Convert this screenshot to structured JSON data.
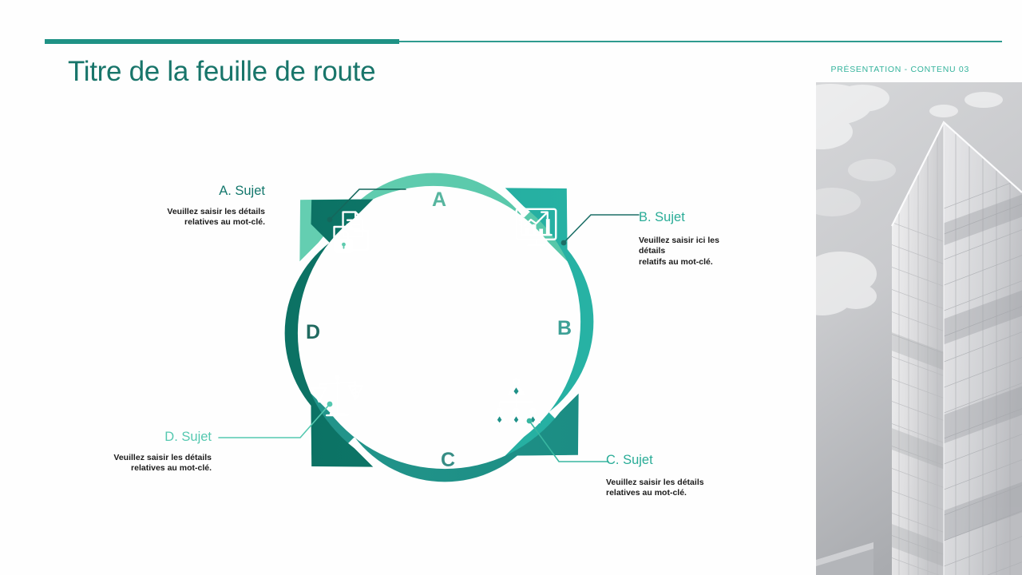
{
  "slide": {
    "title": "Titre de la feuille de route",
    "kicker": "PRÉSENTATION - CONTENU 03",
    "accent_color": "#1f9285",
    "title_color": "#18756a",
    "kicker_color": "#34b39c",
    "background": "#fefefe"
  },
  "photo": {
    "alt": "building-photo",
    "description": "Grayscale low-angle photo of a glass skyscraper against a cloudy sky"
  },
  "diagram": {
    "type": "cycle",
    "center_label": "",
    "segments": [
      {
        "key": "A",
        "letter": "A",
        "color": "#5fcbae",
        "letter_color": "#3aa98f",
        "icon": "document-lock-folder-icon",
        "title": "A. Sujet",
        "title_color": "#13776c",
        "body": "Veuillez saisir les détails relatives au mot-clé.",
        "connector_color": "#14675c"
      },
      {
        "key": "B",
        "letter": "B",
        "color": "#27b2a4",
        "letter_color": "#1c9084",
        "icon": "chart-monitor-icon",
        "title": "B. Sujet",
        "title_color": "#29ac97",
        "body": "Veuillez saisir ici les détails\nrelatifs au mot-clé.",
        "connector_color": "#1b6e66"
      },
      {
        "key": "C",
        "letter": "C",
        "color": "#1f9188",
        "letter_color": "#157a70",
        "icon": "org-chart-icon",
        "title": "C. Sujet",
        "title_color": "#29ac97",
        "body": "Veuillez saisir les détails relatives au mot-clé.",
        "connector_color": "#38b6a0"
      },
      {
        "key": "D",
        "letter": "D",
        "color": "#0d7466",
        "letter_color": "#0a5b50",
        "icon": "balance-scales-icon",
        "title": "D. Sujet",
        "title_color": "#55c8b0",
        "body": "Veuillez saisir les détails relatives au mot-clé.",
        "connector_color": "#55c8b0"
      }
    ]
  },
  "callouts": {
    "a": {
      "title": "A. Sujet",
      "line1": "Veuillez saisir les détails",
      "line2": "relatives au mot-clé."
    },
    "b": {
      "title": "B. Sujet",
      "line1": "Veuillez saisir ici les",
      "line2": "détails",
      "line3": "relatifs au mot-clé."
    },
    "c": {
      "title": "C. Sujet",
      "line1": "Veuillez saisir les détails",
      "line2": "relatives au mot-clé."
    },
    "d": {
      "title": "D. Sujet",
      "line1": "Veuillez saisir les détails",
      "line2": "relatives au mot-clé."
    }
  }
}
